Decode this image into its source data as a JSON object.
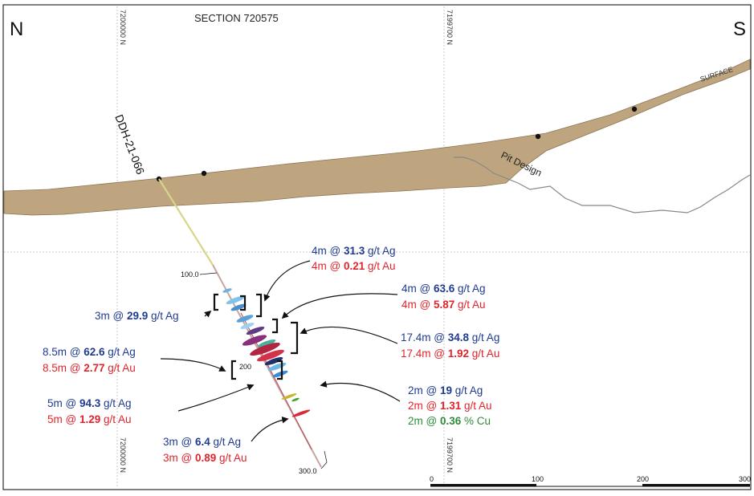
{
  "header": {
    "north": "N",
    "south": "S",
    "section": "SECTION 720575"
  },
  "grid_labels": {
    "top_left": "7200000 N",
    "top_right": "7199700 N",
    "bottom_left": "7200000 N",
    "bottom_right": "7199700 N"
  },
  "surface_labels": {
    "surface": "SURFACE",
    "pit_design": "Pit Design",
    "hole": "DDH-21-066"
  },
  "depth_labels": {
    "d100": "100.0",
    "d200": "200",
    "d300": "300.0"
  },
  "scale": {
    "t0": "0",
    "t100": "100",
    "t200": "200",
    "t300": "300"
  },
  "intercepts": [
    {
      "id": "a",
      "ag_len": "4m",
      "ag_val": "31.3",
      "ag_unit": "g/t Ag",
      "au_len": "4m",
      "au_val": "0.21",
      "au_unit": "g/t Au"
    },
    {
      "id": "b",
      "ag_len": "4m",
      "ag_val": "63.6",
      "ag_unit": "g/t Ag",
      "au_len": "4m",
      "au_val": "5.87",
      "au_unit": "g/t Au"
    },
    {
      "id": "c",
      "ag_len": "3m",
      "ag_val": "29.9",
      "ag_unit": "g/t Ag"
    },
    {
      "id": "d",
      "ag_len": "17.4m",
      "ag_val": "34.8",
      "ag_unit": "g/t Ag",
      "au_len": "17.4m",
      "au_val": "1.92",
      "au_unit": "g/t Au"
    },
    {
      "id": "e",
      "ag_len": "8.5m",
      "ag_val": "62.6",
      "ag_unit": "g/t Ag",
      "au_len": "8.5m",
      "au_val": "2.77",
      "au_unit": "g/t Au"
    },
    {
      "id": "f",
      "ag_len": "2m",
      "ag_val": "19",
      "ag_unit": "g/t Ag",
      "au_len": "2m",
      "au_val": "1.31",
      "au_unit": "g/t Au",
      "cu_len": "2m",
      "cu_val": "0.36",
      "cu_unit": "% Cu"
    },
    {
      "id": "g",
      "ag_len": "5m",
      "ag_val": "94.3",
      "ag_unit": "g/t Ag",
      "au_len": "5m",
      "au_val": "1.29",
      "au_unit": "g/t Au"
    },
    {
      "id": "h",
      "ag_len": "3m",
      "ag_val": "6.4",
      "ag_unit": "g/t Ag",
      "au_len": "3m",
      "au_val": "0.89",
      "au_unit": "g/t Au"
    }
  ],
  "colors": {
    "ag_text": "#1f3b8f",
    "au_text": "#e0242b",
    "cu_text": "#2e8b3a",
    "overburden": "#bfa57f"
  }
}
